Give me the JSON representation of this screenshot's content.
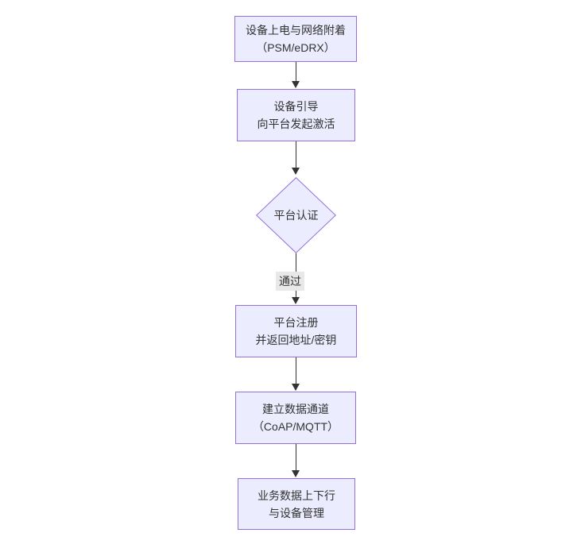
{
  "diagram": {
    "type": "flowchart",
    "direction": "top-down",
    "colors": {
      "node_fill": "#ECECFF",
      "node_border": "#9370DB",
      "edge": "#333333",
      "edge_label_bg": "#e8e8e8",
      "text": "#333333",
      "background": "#ffffff"
    },
    "nodes": [
      {
        "id": "power-attach",
        "shape": "rect",
        "lines": [
          "设备上电与网络附着",
          "（PSM/eDRX）"
        ]
      },
      {
        "id": "bootstrap",
        "shape": "rect",
        "lines": [
          "设备引导",
          "向平台发起激活"
        ]
      },
      {
        "id": "platform-auth",
        "shape": "diamond",
        "lines": [
          "平台认证"
        ]
      },
      {
        "id": "platform-register",
        "shape": "rect",
        "lines": [
          "平台注册",
          "并返回地址/密钥"
        ]
      },
      {
        "id": "data-channel",
        "shape": "rect",
        "lines": [
          "建立数据通道",
          "（CoAP/MQTT）"
        ]
      },
      {
        "id": "business-data",
        "shape": "rect",
        "lines": [
          "业务数据上下行",
          "与设备管理"
        ]
      }
    ],
    "edges": [
      {
        "from": "power-attach",
        "to": "bootstrap",
        "label": ""
      },
      {
        "from": "bootstrap",
        "to": "platform-auth",
        "label": ""
      },
      {
        "from": "platform-auth",
        "to": "platform-register",
        "label": "通过"
      },
      {
        "from": "platform-register",
        "to": "data-channel",
        "label": ""
      },
      {
        "from": "data-channel",
        "to": "business-data",
        "label": ""
      }
    ]
  }
}
